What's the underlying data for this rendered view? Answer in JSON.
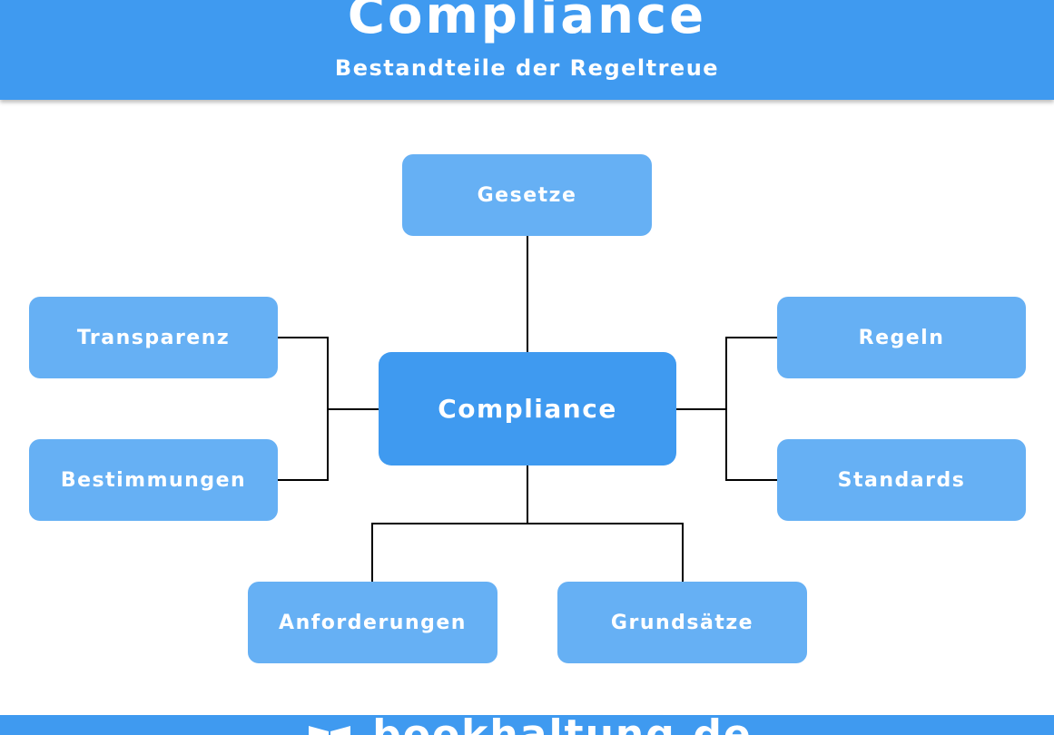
{
  "header": {
    "title": "Compliance",
    "subtitle": "Bestandteile der Regeltreue"
  },
  "diagram": {
    "center": "Compliance",
    "top": "Gesetze",
    "left_top": "Transparenz",
    "left_bottom": "Bestimmungen",
    "right_top": "Regeln",
    "right_bottom": "Standards",
    "bottom_left": "Anforderungen",
    "bottom_right": "Grundsätze"
  },
  "footer": {
    "brand": "bookhaltung.de",
    "logo_icon": "book-logo-icon"
  },
  "colors": {
    "primary": "#3f9af0",
    "node": "#66b0f4",
    "text": "#ffffff",
    "connector": "#000000"
  }
}
